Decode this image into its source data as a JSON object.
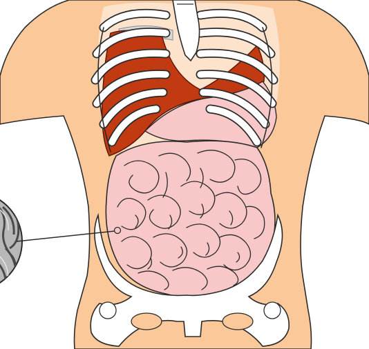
{
  "figure": {
    "labels": [],
    "colors": {
      "skin": "#FBC89A",
      "outline": "#2a2a2a",
      "bone": "#ffffff",
      "liver": "#C23A12",
      "lung_shadow": "#D9D9D9",
      "intestine": "#F8C8C8",
      "intestine_dark": "#EBB2B2",
      "inset_gray": "#9a9a9a"
    },
    "elements": [
      "torso",
      "rib-cage",
      "sternum",
      "liver",
      "stomach",
      "small-intestine",
      "pelvis",
      "callout-line",
      "magnified-inset"
    ]
  }
}
